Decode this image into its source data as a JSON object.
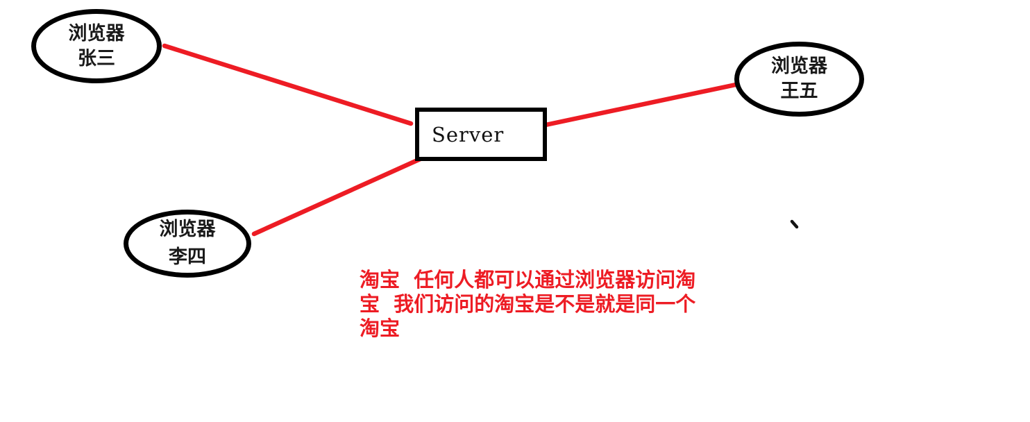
{
  "diagram": {
    "background_color": "#ffffff",
    "edge_color": "#ed1c24",
    "node_border_color": "#000000",
    "nodes": {
      "server": {
        "label": "Server"
      },
      "browser_zhangsan": {
        "line1": "浏览器",
        "line2": "张三"
      },
      "browser_wangwu": {
        "line1": "浏览器",
        "line2": "王五"
      },
      "browser_lisi": {
        "line1": "浏览器",
        "line2": "李四"
      }
    },
    "edges": [
      {
        "from": "browser_zhangsan",
        "to": "server"
      },
      {
        "from": "server",
        "to": "browser_wangwu"
      },
      {
        "from": "browser_lisi",
        "to": "server"
      }
    ],
    "annotation": {
      "color": "#ed1c24",
      "full_text": "淘宝  任何人都可以通过浏览器访问淘宝  我们访问的淘宝是不是就是同一个淘宝",
      "lines": [
        "淘宝  任何人都可以通过浏览器访问淘",
        "宝  我们访问的淘宝是不是就是同一个",
        "淘宝"
      ]
    }
  }
}
